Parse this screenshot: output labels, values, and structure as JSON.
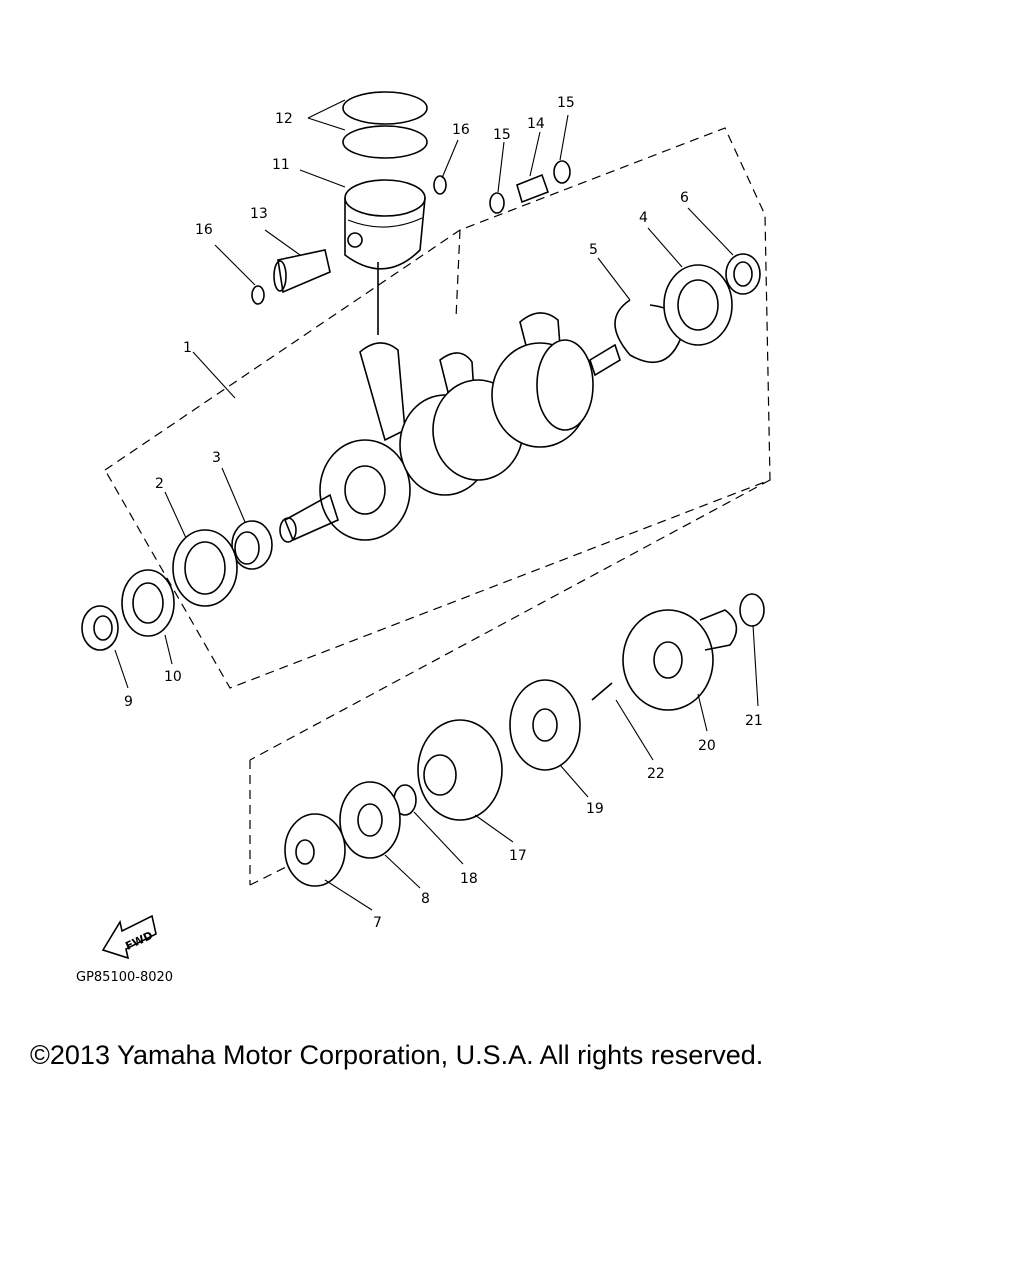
{
  "diagram": {
    "drawing_code": "GP85100-8020",
    "fwd_label": "FWD",
    "callouts": {
      "c1": "1",
      "c2": "2",
      "c3": "3",
      "c4": "4",
      "c5": "5",
      "c6": "6",
      "c7": "7",
      "c8": "8",
      "c9": "9",
      "c10": "10",
      "c11": "11",
      "c12": "12",
      "c13": "13",
      "c14": "14",
      "c15a": "15",
      "c15b": "15",
      "c16a": "16",
      "c16b": "16",
      "c17": "17",
      "c18": "18",
      "c19": "19",
      "c20": "20",
      "c21": "21",
      "c22": "22"
    }
  },
  "footer": {
    "copyright": "©2013 Yamaha Motor Corporation, U.S.A. All rights reserved."
  }
}
